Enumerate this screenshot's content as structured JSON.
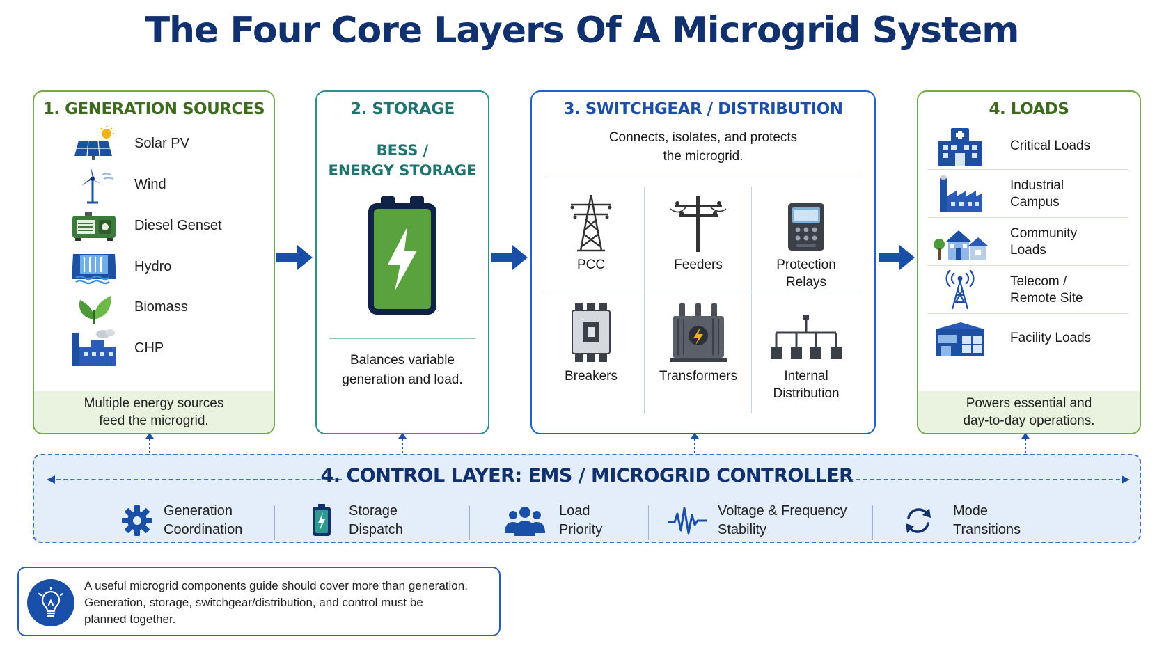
{
  "title": "The Four Core Layers Of A Microgrid System",
  "generation": {
    "title": "1. GENERATION SOURCES",
    "items": [
      {
        "label": "Solar PV",
        "icon": "solar-panel-icon"
      },
      {
        "label": "Wind",
        "icon": "wind-turbine-icon"
      },
      {
        "label": "Diesel Genset",
        "icon": "diesel-generator-icon"
      },
      {
        "label": "Hydro",
        "icon": "hydro-dam-icon"
      },
      {
        "label": "Biomass",
        "icon": "leaf-icon"
      },
      {
        "label": "CHP",
        "icon": "chp-plant-icon"
      }
    ],
    "footer_line1": "Multiple energy sources",
    "footer_line2": "feed the microgrid."
  },
  "storage": {
    "title": "2. STORAGE",
    "subtitle_line1": "BESS /",
    "subtitle_line2": "ENERGY STORAGE",
    "desc_line1": "Balances variable",
    "desc_line2": "generation and load."
  },
  "switchgear": {
    "title": "3. SWITCHGEAR / DISTRIBUTION",
    "desc_line1": "Connects, isolates, and protects",
    "desc_line2": "the microgrid.",
    "items": [
      {
        "label_line1": "PCC",
        "label_line2": "",
        "icon": "transmission-tower-icon"
      },
      {
        "label_line1": "Feeders",
        "label_line2": "",
        "icon": "utility-pole-icon"
      },
      {
        "label_line1": "Protection",
        "label_line2": "Relays",
        "icon": "relay-icon"
      },
      {
        "label_line1": "Breakers",
        "label_line2": "",
        "icon": "circuit-breaker-icon"
      },
      {
        "label_line1": "Transformers",
        "label_line2": "",
        "icon": "transformer-icon"
      },
      {
        "label_line1": "Internal",
        "label_line2": "Distribution",
        "icon": "distribution-tree-icon"
      }
    ]
  },
  "loads": {
    "title": "4. LOADS",
    "items": [
      {
        "label_line1": "Critical Loads",
        "label_line2": "",
        "icon": "hospital-icon"
      },
      {
        "label_line1": "Industrial",
        "label_line2": "Campus",
        "icon": "factory-icon"
      },
      {
        "label_line1": "Community",
        "label_line2": "Loads",
        "icon": "houses-icon"
      },
      {
        "label_line1": "Telecom /",
        "label_line2": "Remote Site",
        "icon": "radio-tower-icon"
      },
      {
        "label_line1": "Facility Loads",
        "label_line2": "",
        "icon": "facility-building-icon"
      }
    ],
    "footer_line1": "Powers essential and",
    "footer_line2": "day-to-day operations."
  },
  "control": {
    "title": "4. CONTROL LAYER: EMS / MICROGRID CONTROLLER",
    "items": [
      {
        "label_line1": "Generation",
        "label_line2": "Coordination",
        "icon": "gear-icon"
      },
      {
        "label_line1": "Storage",
        "label_line2": "Dispatch",
        "icon": "battery-icon"
      },
      {
        "label_line1": "Load",
        "label_line2": "Priority",
        "icon": "people-icon"
      },
      {
        "label_line1": "Voltage & Frequency",
        "label_line2": "Stability",
        "icon": "waveform-icon"
      },
      {
        "label_line1": "Mode",
        "label_line2": "Transitions",
        "icon": "refresh-icon"
      }
    ]
  },
  "tip": {
    "icon": "lightbulb-icon",
    "line1": "A useful microgrid components guide should cover more than generation.",
    "line2": "Generation, storage, switchgear/distribution, and control must be",
    "line3": "planned together."
  },
  "colors": {
    "navy": "#10306e",
    "green": "#74a84a",
    "teal": "#2e8f8c",
    "blue": "#2460c2",
    "control_bg": "#e4eefa"
  }
}
